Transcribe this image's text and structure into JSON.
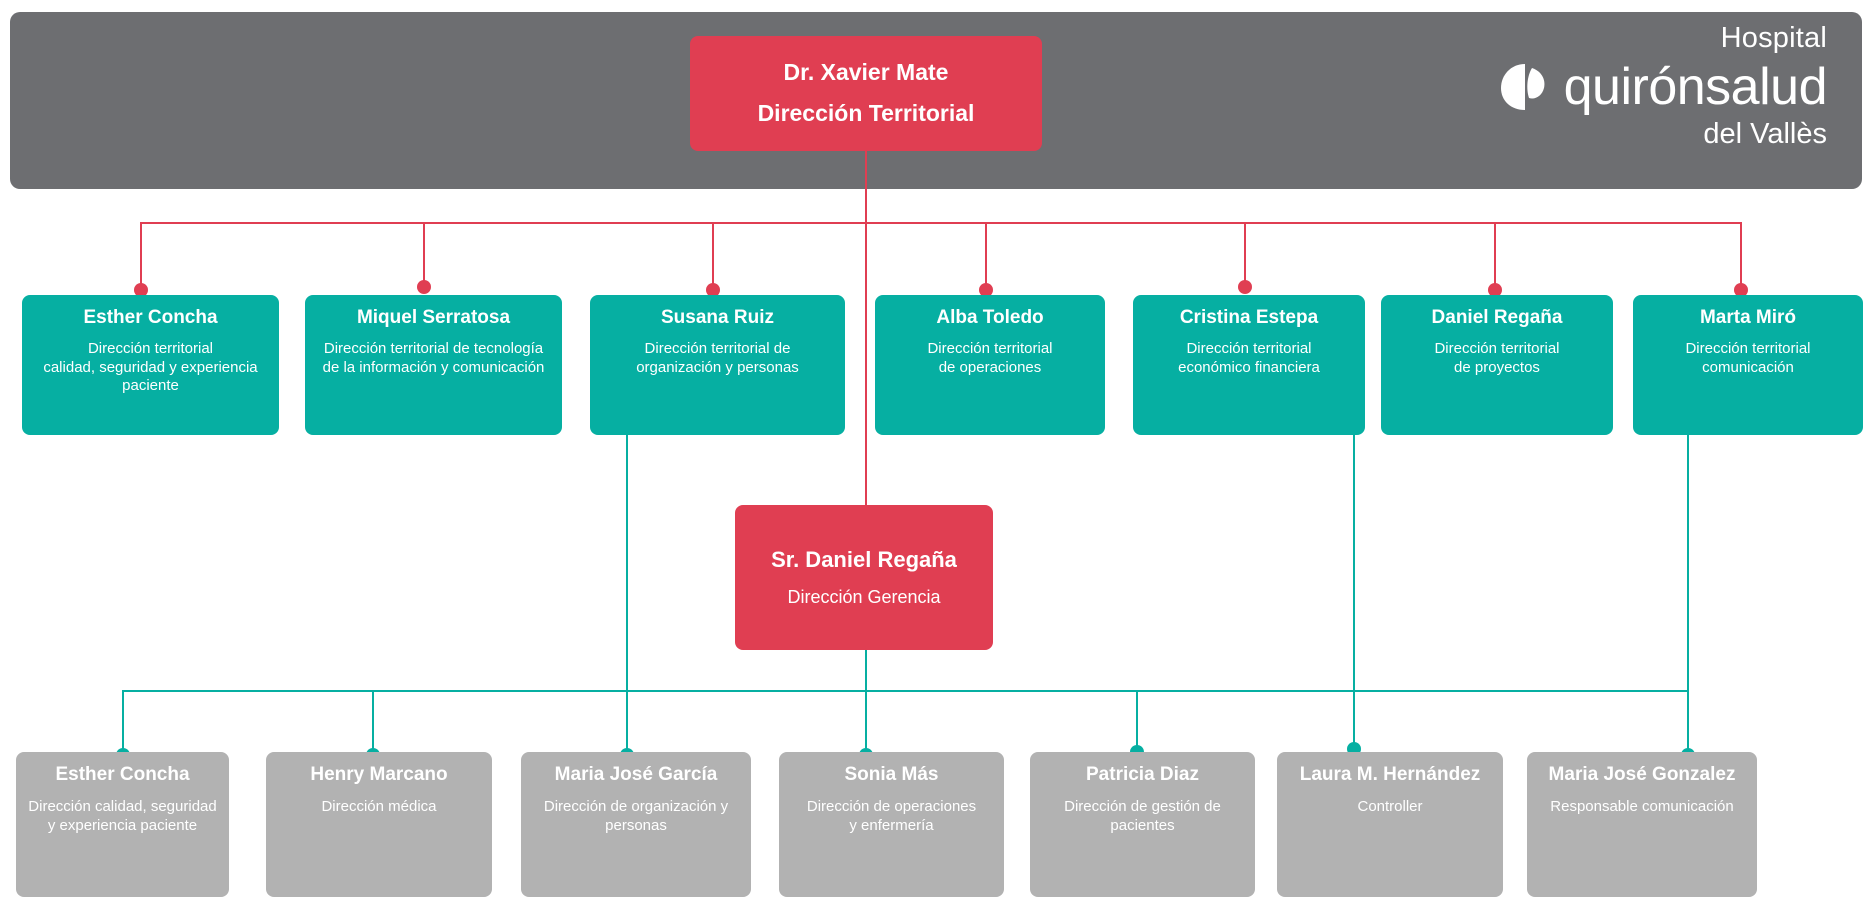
{
  "brand": {
    "logo_line1": "Hospital",
    "logo_word": "quirónsalud",
    "logo_line3": "del Vallès",
    "logo_mark_name": "quironsalud-leaf-logo"
  },
  "colors": {
    "header_gray": "#6d6e71",
    "accent_red": "#e03e52",
    "accent_teal": "#06afa2",
    "node_gray": "#b2b2b2",
    "background": "#ffffff",
    "text_on_color": "#ffffff"
  },
  "chart_data": {
    "type": "org-chart",
    "title": "Organigrama Hospital Quirónsalud del Vallès",
    "levels": 3
  },
  "top_node": {
    "name": "Dr. Xavier Mate",
    "role": "Dirección Territorial",
    "color": "#e03e52"
  },
  "mid_node": {
    "name": "Sr. Daniel Regaña",
    "role": "Dirección Gerencia",
    "color": "#e03e52"
  },
  "territorial_nodes": [
    {
      "name": "Esther Concha",
      "role": "Dirección territorial\ncalidad, seguridad y experiencia\npaciente"
    },
    {
      "name": "Miquel Serratosa",
      "role": "Dirección territorial de tecnología\nde la información y comunicación"
    },
    {
      "name": "Susana Ruiz",
      "role": "Dirección territorial de\norganización y personas"
    },
    {
      "name": "Alba Toledo",
      "role": "Dirección territorial\nde operaciones"
    },
    {
      "name": "Cristina Estepa",
      "role": "Dirección territorial\neconómico financiera"
    },
    {
      "name": "Daniel Regaña",
      "role": "Dirección territorial\nde proyectos"
    },
    {
      "name": "Marta Miró",
      "role": "Dirección territorial\ncomunicación"
    }
  ],
  "local_nodes": [
    {
      "name": "Esther Concha",
      "role": "Dirección calidad, seguridad\ny experiencia paciente"
    },
    {
      "name": "Henry Marcano",
      "role": "Dirección médica"
    },
    {
      "name": "Maria José García",
      "role": "Dirección de organización y\npersonas"
    },
    {
      "name": "Sonia Más",
      "role": "Dirección de operaciones\ny enfermería"
    },
    {
      "name": "Patricia Diaz",
      "role": "Dirección de gestión de\npacientes"
    },
    {
      "name": "Laura M. Hernández",
      "role": "Controller"
    },
    {
      "name": "Maria José Gonzalez",
      "role": "Responsable comunicación"
    }
  ]
}
